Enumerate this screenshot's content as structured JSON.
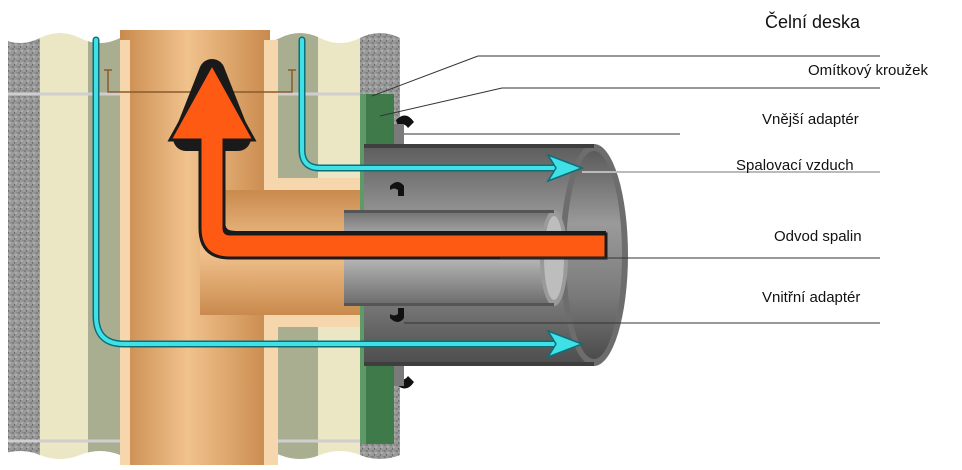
{
  "labels": {
    "face_plate": "Čelní deska",
    "plaster_ring": "Omítkový kroužek",
    "outer_adapter": "Vnější adaptér",
    "combustion_air": "Spalovací vzduch",
    "flue_gas": "Odvod spalin",
    "inner_adapter": "Vnitřní adaptér"
  },
  "colors": {
    "masonry": "#8c8c8c",
    "cream_band": "#ebe6c4",
    "olive_fill": "#a9ae90",
    "pipe_copper": "#d9a46a",
    "pipe_light": "#f3c896",
    "air_arrow": "#3fe0e6",
    "flue_arrow": "#ff5a14",
    "green_plate": "#3e7a4a",
    "terminal_grey": "#8a8a8a"
  }
}
